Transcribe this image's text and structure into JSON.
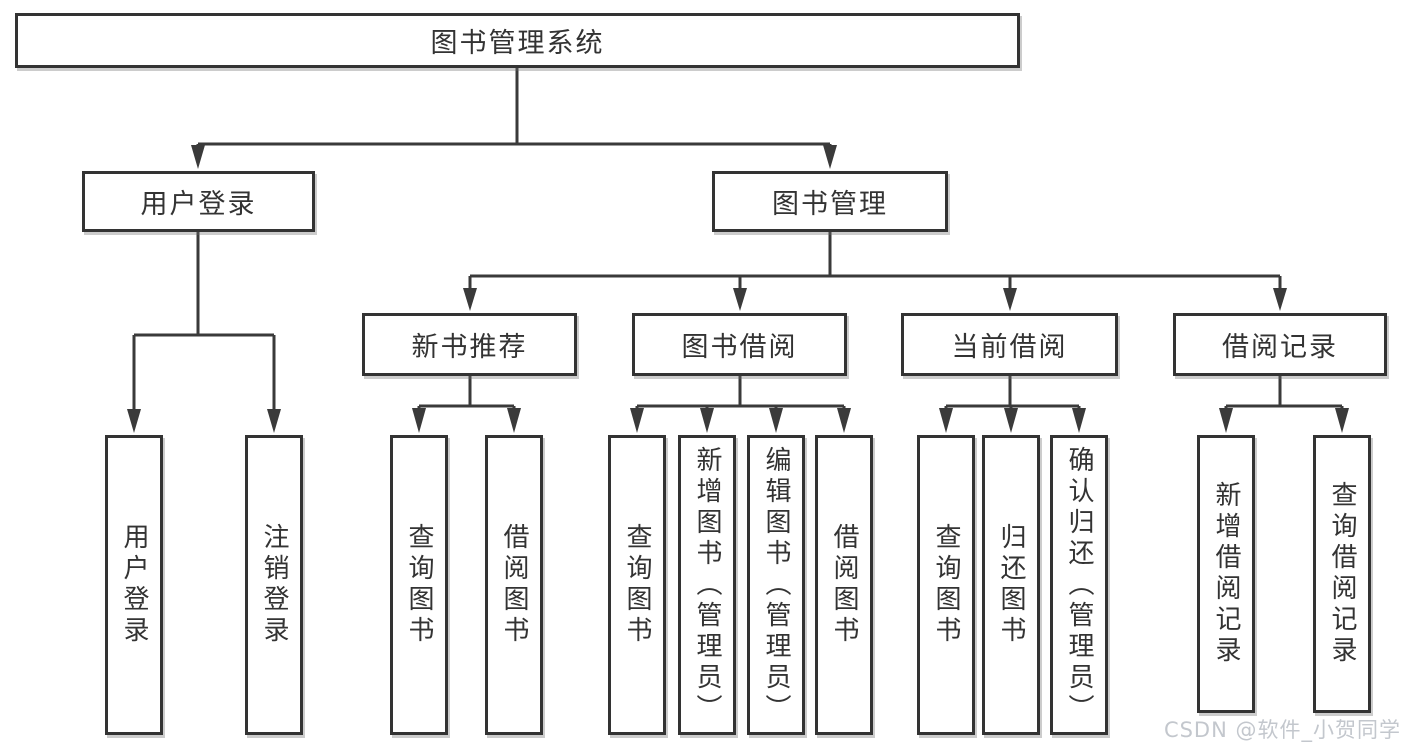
{
  "diagram": {
    "type": "tree",
    "title": "图书管理系统",
    "edges": [
      {
        "parent": "图书管理系统",
        "children": [
          "用户登录",
          "图书管理"
        ]
      },
      {
        "parent": "用户登录",
        "children": [
          "用户登录",
          "注销登录"
        ]
      },
      {
        "parent": "图书管理",
        "children": [
          "新书推荐",
          "图书借阅",
          "当前借阅",
          "借阅记录"
        ]
      },
      {
        "parent": "新书推荐",
        "children": [
          "查询图书",
          "借阅图书"
        ]
      },
      {
        "parent": "图书借阅",
        "children": [
          "查询图书",
          "新增图书（管理员）",
          "编辑图书（管理员）",
          "借阅图书"
        ]
      },
      {
        "parent": "当前借阅",
        "children": [
          "查询图书",
          "归还图书",
          "确认归还（管理员）"
        ]
      },
      {
        "parent": "借阅记录",
        "children": [
          "新增借阅记录",
          "查询借阅记录"
        ]
      }
    ]
  },
  "nodes": {
    "root": {
      "label": "图书管理系统"
    },
    "user_login": {
      "label": "用户登录"
    },
    "book_mgmt": {
      "label": "图书管理"
    },
    "new_book_rec": {
      "label": "新书推荐"
    },
    "book_borrow": {
      "label": "图书借阅"
    },
    "current_borrow": {
      "label": "当前借阅"
    },
    "borrow_records": {
      "label": "借阅记录"
    },
    "leaf_user_login": {
      "label": "用户登录"
    },
    "leaf_logout": {
      "label": "注销登录"
    },
    "leaf_query_book_1": {
      "label": "查询图书"
    },
    "leaf_borrow_book_1": {
      "label": "借阅图书"
    },
    "leaf_query_book_2": {
      "label": "查询图书"
    },
    "leaf_add_book": {
      "label": "新增图书（管理员）"
    },
    "leaf_edit_book": {
      "label": "编辑图书（管理员）"
    },
    "leaf_borrow_book_2": {
      "label": "借阅图书"
    },
    "leaf_query_book_3": {
      "label": "查询图书"
    },
    "leaf_return_book": {
      "label": "归还图书"
    },
    "leaf_confirm_return": {
      "label": "确认归还（管理员）"
    },
    "leaf_add_record": {
      "label": "新增借阅记录"
    },
    "leaf_query_record": {
      "label": "查询借阅记录"
    }
  },
  "watermark": "CSDN @软件_小贺同学",
  "colors": {
    "background": "#ffffff",
    "box_border": "#333333",
    "line": "#3a3a3a",
    "text": "#333333",
    "watermark": "#c3c7cd"
  }
}
